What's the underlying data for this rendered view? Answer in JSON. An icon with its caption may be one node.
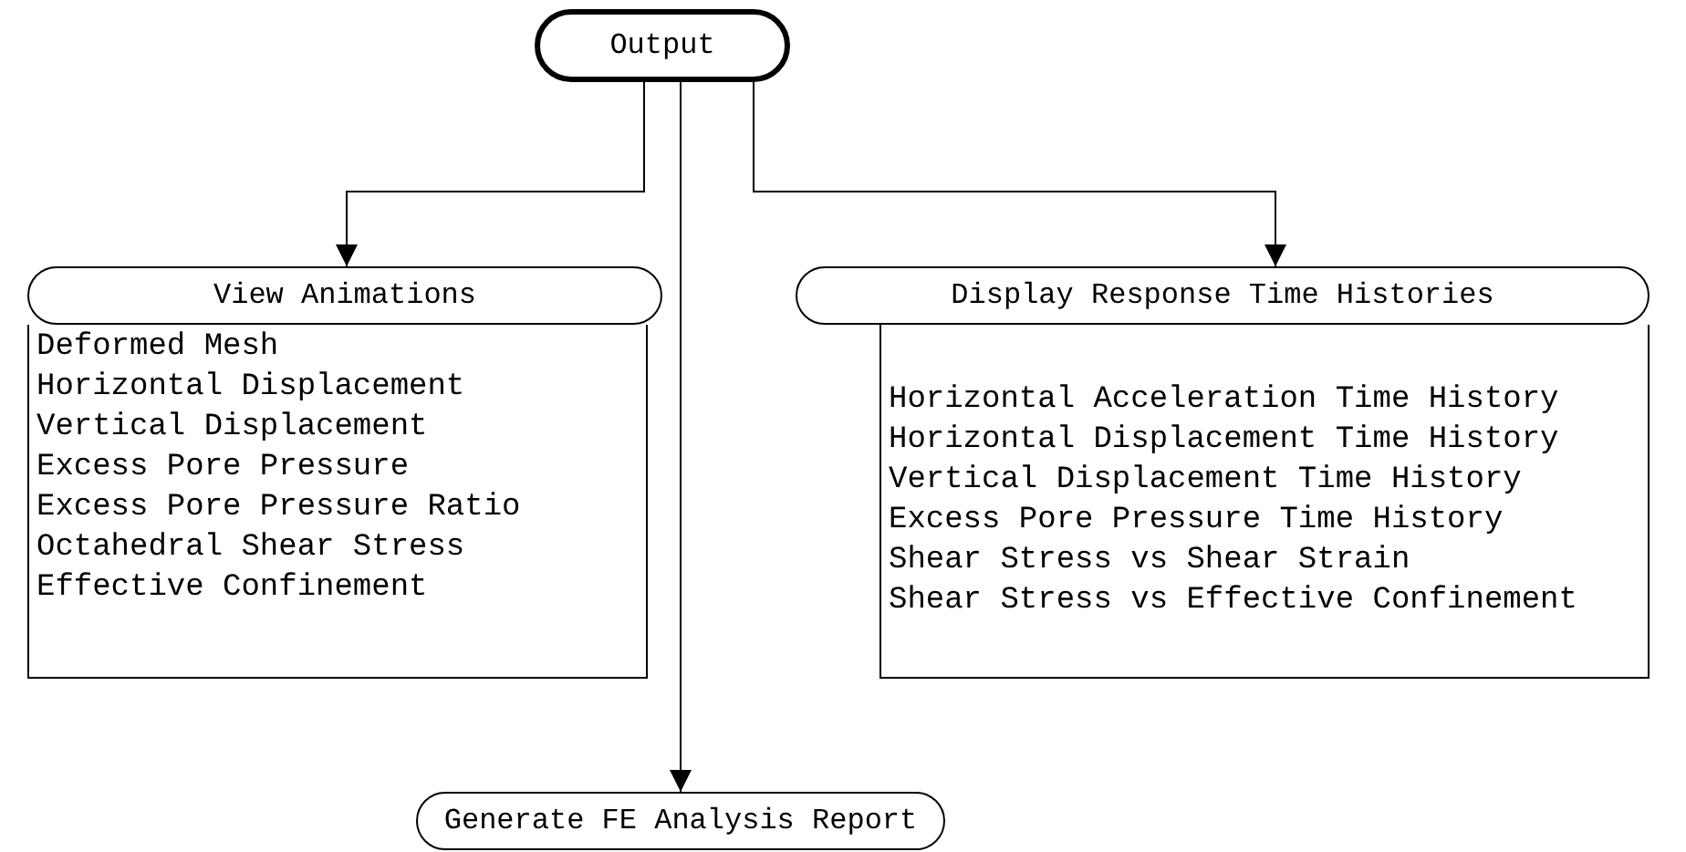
{
  "diagram": {
    "nodes": [
      {
        "text": [
          "Output"
        ]
      },
      {
        "text": [
          "View Animations"
        ]
      },
      {
        "text": [
          "Deformed Mesh",
          "Horizontal Displacement",
          "Vertical Displacement",
          "Excess Pore Pressure",
          "Excess Pore Pressure Ratio",
          "Octahedral Shear Stress",
          "Effective Confinement"
        ]
      },
      {
        "text": [
          "Display Response Time Histories"
        ]
      },
      {
        "text": [
          "Horizontal Acceleration Time History",
          "Horizontal Displacement Time History",
          "Vertical Displacement Time History",
          "Excess Pore Pressure Time History",
          "Shear Stress vs Shear Strain",
          "Shear Stress vs Effective Confinement"
        ]
      },
      {
        "text": [
          "Generate FE Analysis Report"
        ]
      }
    ],
    "edges": [
      {
        "from": 0,
        "to": 1,
        "arrow": "to"
      },
      {
        "from": 0,
        "to": 3,
        "arrow": "to"
      },
      {
        "from": 0,
        "to": 5,
        "arrow": "to"
      }
    ]
  }
}
